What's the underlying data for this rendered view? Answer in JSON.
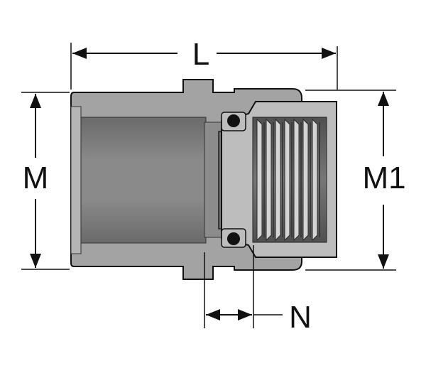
{
  "dimensions": {
    "length": "L",
    "body_diameter": "M",
    "thread_diameter": "M1",
    "offset": "N"
  },
  "colors": {
    "outline": "#111111",
    "body_gray": "#8f8f8f",
    "body_light": "#c4c4c4",
    "body_dark": "#5f5f5f",
    "bore": "#7d7d7d",
    "thread": "#6b6b6b",
    "oring": "#111111"
  }
}
